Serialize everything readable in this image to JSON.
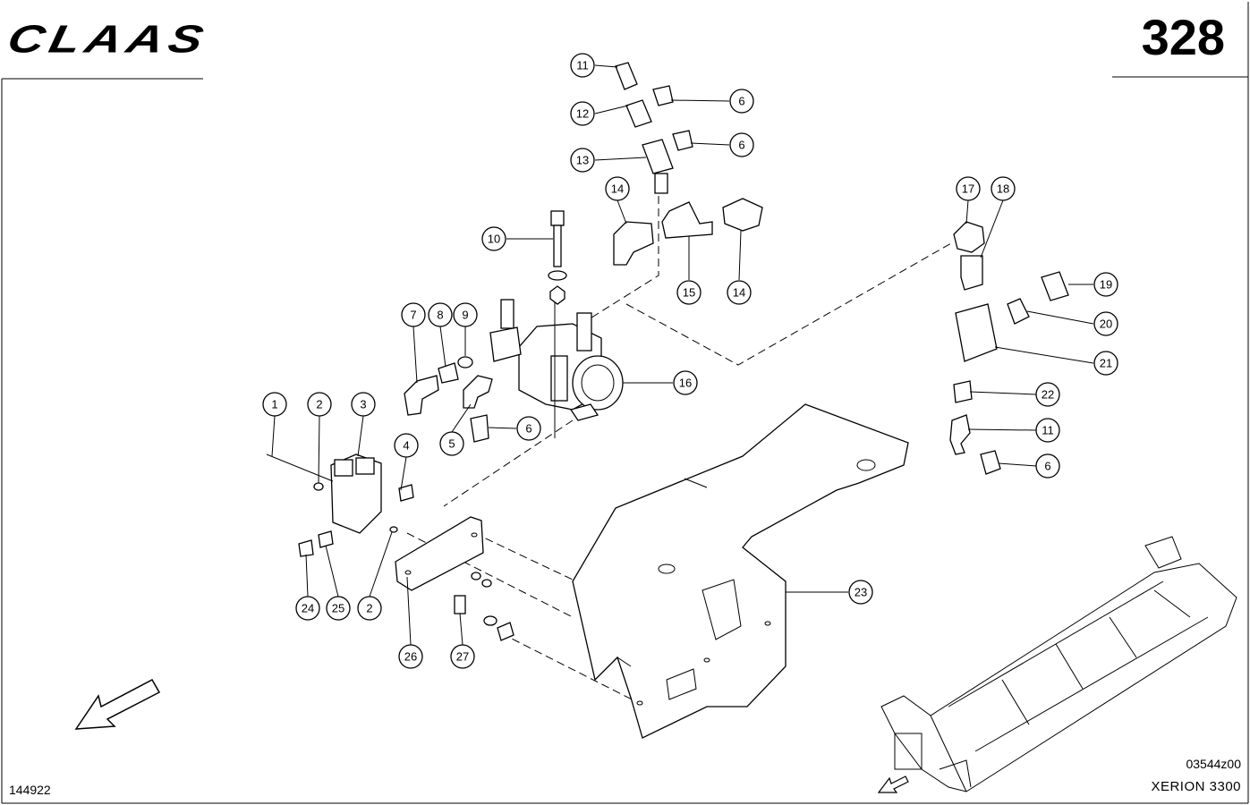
{
  "header": {
    "brand_logo_text": "CLAAS",
    "page_number": "328"
  },
  "footer": {
    "reference_number": "144922",
    "drawing_number": "03544z00",
    "model": "XERION 3300"
  },
  "icons": {
    "brand": "claas-logo",
    "direction": "direction-arrow-icon",
    "overview": "machine-frame-overview"
  },
  "callouts": [
    {
      "label": "11"
    },
    {
      "label": "6"
    },
    {
      "label": "12"
    },
    {
      "label": "6"
    },
    {
      "label": "13"
    },
    {
      "label": "14"
    },
    {
      "label": "10"
    },
    {
      "label": "15"
    },
    {
      "label": "14"
    },
    {
      "label": "17"
    },
    {
      "label": "18"
    },
    {
      "label": "19"
    },
    {
      "label": "20"
    },
    {
      "label": "21"
    },
    {
      "label": "22"
    },
    {
      "label": "11"
    },
    {
      "label": "6"
    },
    {
      "label": "7"
    },
    {
      "label": "8"
    },
    {
      "label": "9"
    },
    {
      "label": "16"
    },
    {
      "label": "5"
    },
    {
      "label": "6"
    },
    {
      "label": "1"
    },
    {
      "label": "2"
    },
    {
      "label": "3"
    },
    {
      "label": "4"
    },
    {
      "label": "24"
    },
    {
      "label": "25"
    },
    {
      "label": "2"
    },
    {
      "label": "26"
    },
    {
      "label": "27"
    },
    {
      "label": "23"
    }
  ]
}
